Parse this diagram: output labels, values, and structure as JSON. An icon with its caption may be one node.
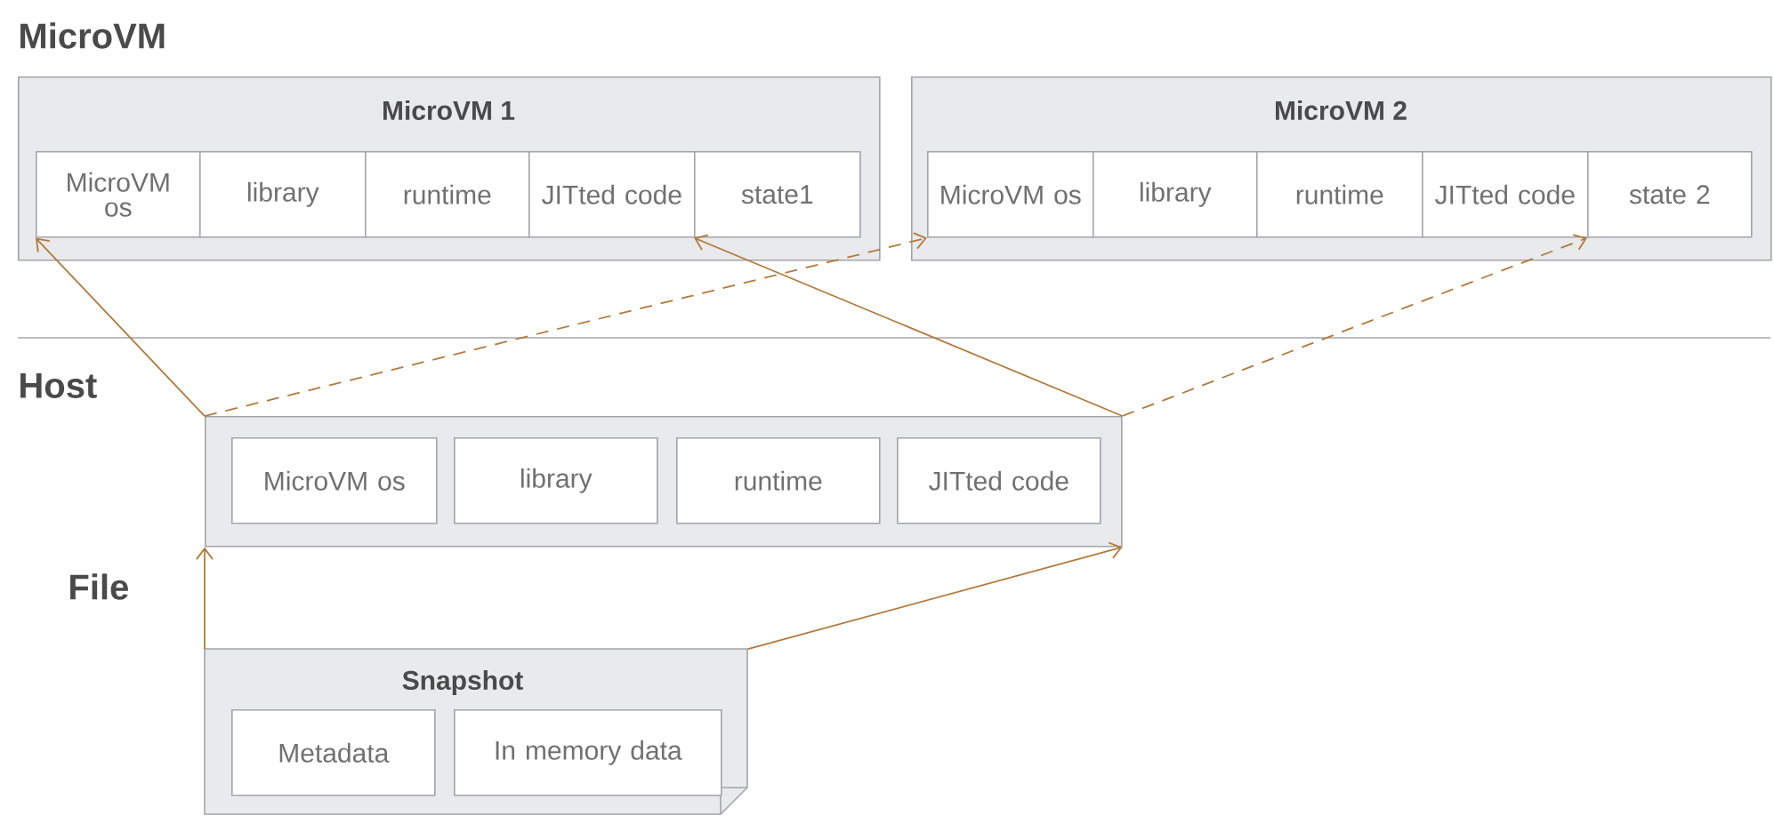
{
  "diagram": {
    "nodes": [
      {
        "text": [
          "MicroVM 1"
        ]
      },
      {
        "text": [
          "MicroVM os"
        ],
        "in": 0
      },
      {
        "text": [
          "library"
        ],
        "in": 0
      },
      {
        "text": [
          "runtime"
        ],
        "in": 0
      },
      {
        "text": [
          "JITted code"
        ],
        "in": 0
      },
      {
        "text": [
          "state1"
        ],
        "in": 0
      },
      {
        "text": [
          "MicroVM 2"
        ]
      },
      {
        "text": [
          "MicroVM os"
        ],
        "in": 6
      },
      {
        "text": [
          "library"
        ],
        "in": 6
      },
      {
        "text": [
          "runtime"
        ],
        "in": 6
      },
      {
        "text": [
          "JITted code"
        ],
        "in": 6
      },
      {
        "text": [
          "state 2"
        ],
        "in": 6
      },
      {
        "text": [],
        "shape": "box"
      },
      {
        "text": [
          "MicroVM os"
        ],
        "in": 12
      },
      {
        "text": [
          "library"
        ],
        "in": 12
      },
      {
        "text": [
          "runtime"
        ],
        "in": 12
      },
      {
        "text": [
          "JITted code"
        ],
        "in": 12
      },
      {
        "text": [
          "Snapshot"
        ]
      },
      {
        "text": [
          "Metadata"
        ],
        "in": 17
      },
      {
        "text": [
          "In memory data"
        ],
        "in": 17
      }
    ],
    "edges": [
      {
        "from": 12,
        "to": 1,
        "arrow": "to"
      },
      {
        "from": 12,
        "to": 7,
        "arrow": "to",
        "style": "dashed"
      },
      {
        "from": 12,
        "to": 5,
        "arrow": "to"
      },
      {
        "from": 12,
        "to": 11,
        "arrow": "to",
        "style": "dashed"
      },
      {
        "from": 17,
        "to": 12,
        "arrow": "to"
      },
      {
        "from": 17,
        "to": 12,
        "arrow": "to"
      }
    ],
    "labels": [
      "MicroVM",
      "Host",
      "File"
    ]
  }
}
